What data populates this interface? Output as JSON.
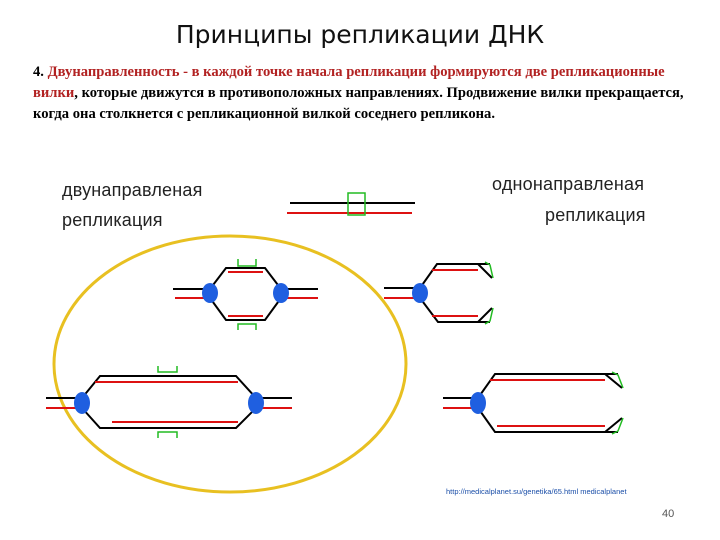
{
  "slide": {
    "title": "Принципы репликации ДНК",
    "para_num": "4.",
    "para_em1": "Двунаправленность - в каждой точке начала репликации формируются две репликационные вилки",
    "para_rest": ", которые движутся в противоположных направлениях. Продвижение вилки прекращается, когда она столкнется с репликационной вилкой соседнего репликона.",
    "label_bi_1": "двунаправленая",
    "label_bi_2": "репликация",
    "label_uni_1": "однонаправленая",
    "label_uni_2": "репликация",
    "source": "http://medicalplanet.su/genetika/65.html medicalplanet",
    "page_number": "40"
  },
  "colors": {
    "template_strand": "#000000",
    "new_strand": "#dd1111",
    "fork_dot": "#1f5fe0",
    "bracket": "#22bb22",
    "ellipse": "#e8c021"
  }
}
